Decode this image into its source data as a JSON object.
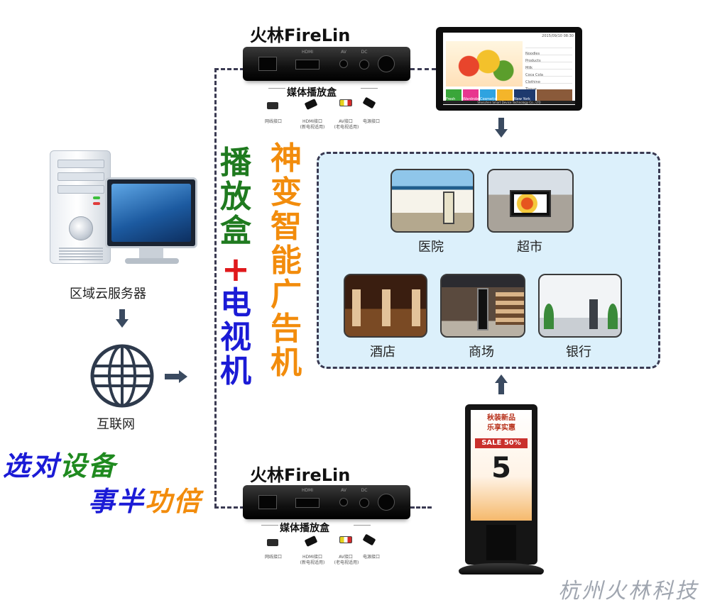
{
  "server": {
    "label": "区域云服务器"
  },
  "internet": {
    "label": "互联网"
  },
  "media_boxes": [
    {
      "brand": "火林FireLin",
      "title": "媒体播放盒",
      "port_labels": [
        "HDMI",
        "AV",
        "DC"
      ],
      "connectors": [
        {
          "name": "网线接口",
          "note": ""
        },
        {
          "name": "HDMI接口",
          "note": "(新电视适用)"
        },
        {
          "name": "AV接口",
          "note": "(老电视适用)"
        },
        {
          "name": "电源接口",
          "note": ""
        }
      ]
    },
    {
      "brand": "火林FireLin",
      "title": "媒体播放盒",
      "port_labels": [
        "HDMI",
        "AV",
        "DC"
      ],
      "connectors": [
        {
          "name": "网线接口",
          "note": ""
        },
        {
          "name": "HDMI接口",
          "note": "(新电视适用)"
        },
        {
          "name": "AV接口",
          "note": "(老电视适用)"
        },
        {
          "name": "电源接口",
          "note": ""
        }
      ]
    }
  ],
  "vertical_text": {
    "part1": {
      "text": "播放盒",
      "color": "#1f7a1f"
    },
    "plus": {
      "text": "+",
      "color": "#e0191c"
    },
    "part2": {
      "text": "电视机",
      "color": "#1b1bd6"
    },
    "right": {
      "text": "神变智能广告机",
      "color": "#f28c0c"
    }
  },
  "venues": [
    {
      "name": "医院"
    },
    {
      "name": "超市"
    },
    {
      "name": "酒店"
    },
    {
      "name": "商场"
    },
    {
      "name": "银行"
    }
  ],
  "top_screen": {
    "date": "2015/09/10  08:30",
    "tiles": [
      "Fresh",
      "Wardrobe",
      "Cosmetics",
      "",
      "New York"
    ],
    "menu_items": [
      "Noodles",
      "Products",
      "Milk",
      "Coca Cola",
      "Clothing",
      "Tissue"
    ],
    "footer": "Shenzhen Smart Device Technology Co., LTD"
  },
  "kiosk": {
    "heading": "秋装新品",
    "subheading": "乐享实惠",
    "sale": "SALE 50%",
    "big_number": "5"
  },
  "slogan": {
    "line1": [
      {
        "text": "选对",
        "color": "#1b1bd6"
      },
      {
        "text": "设备",
        "color": "#1f8a1f"
      }
    ],
    "line2": [
      {
        "text": "事半",
        "color": "#1b1bd6"
      },
      {
        "text": "功倍",
        "color": "#f28c0c"
      }
    ]
  },
  "company": "杭州火林科技"
}
